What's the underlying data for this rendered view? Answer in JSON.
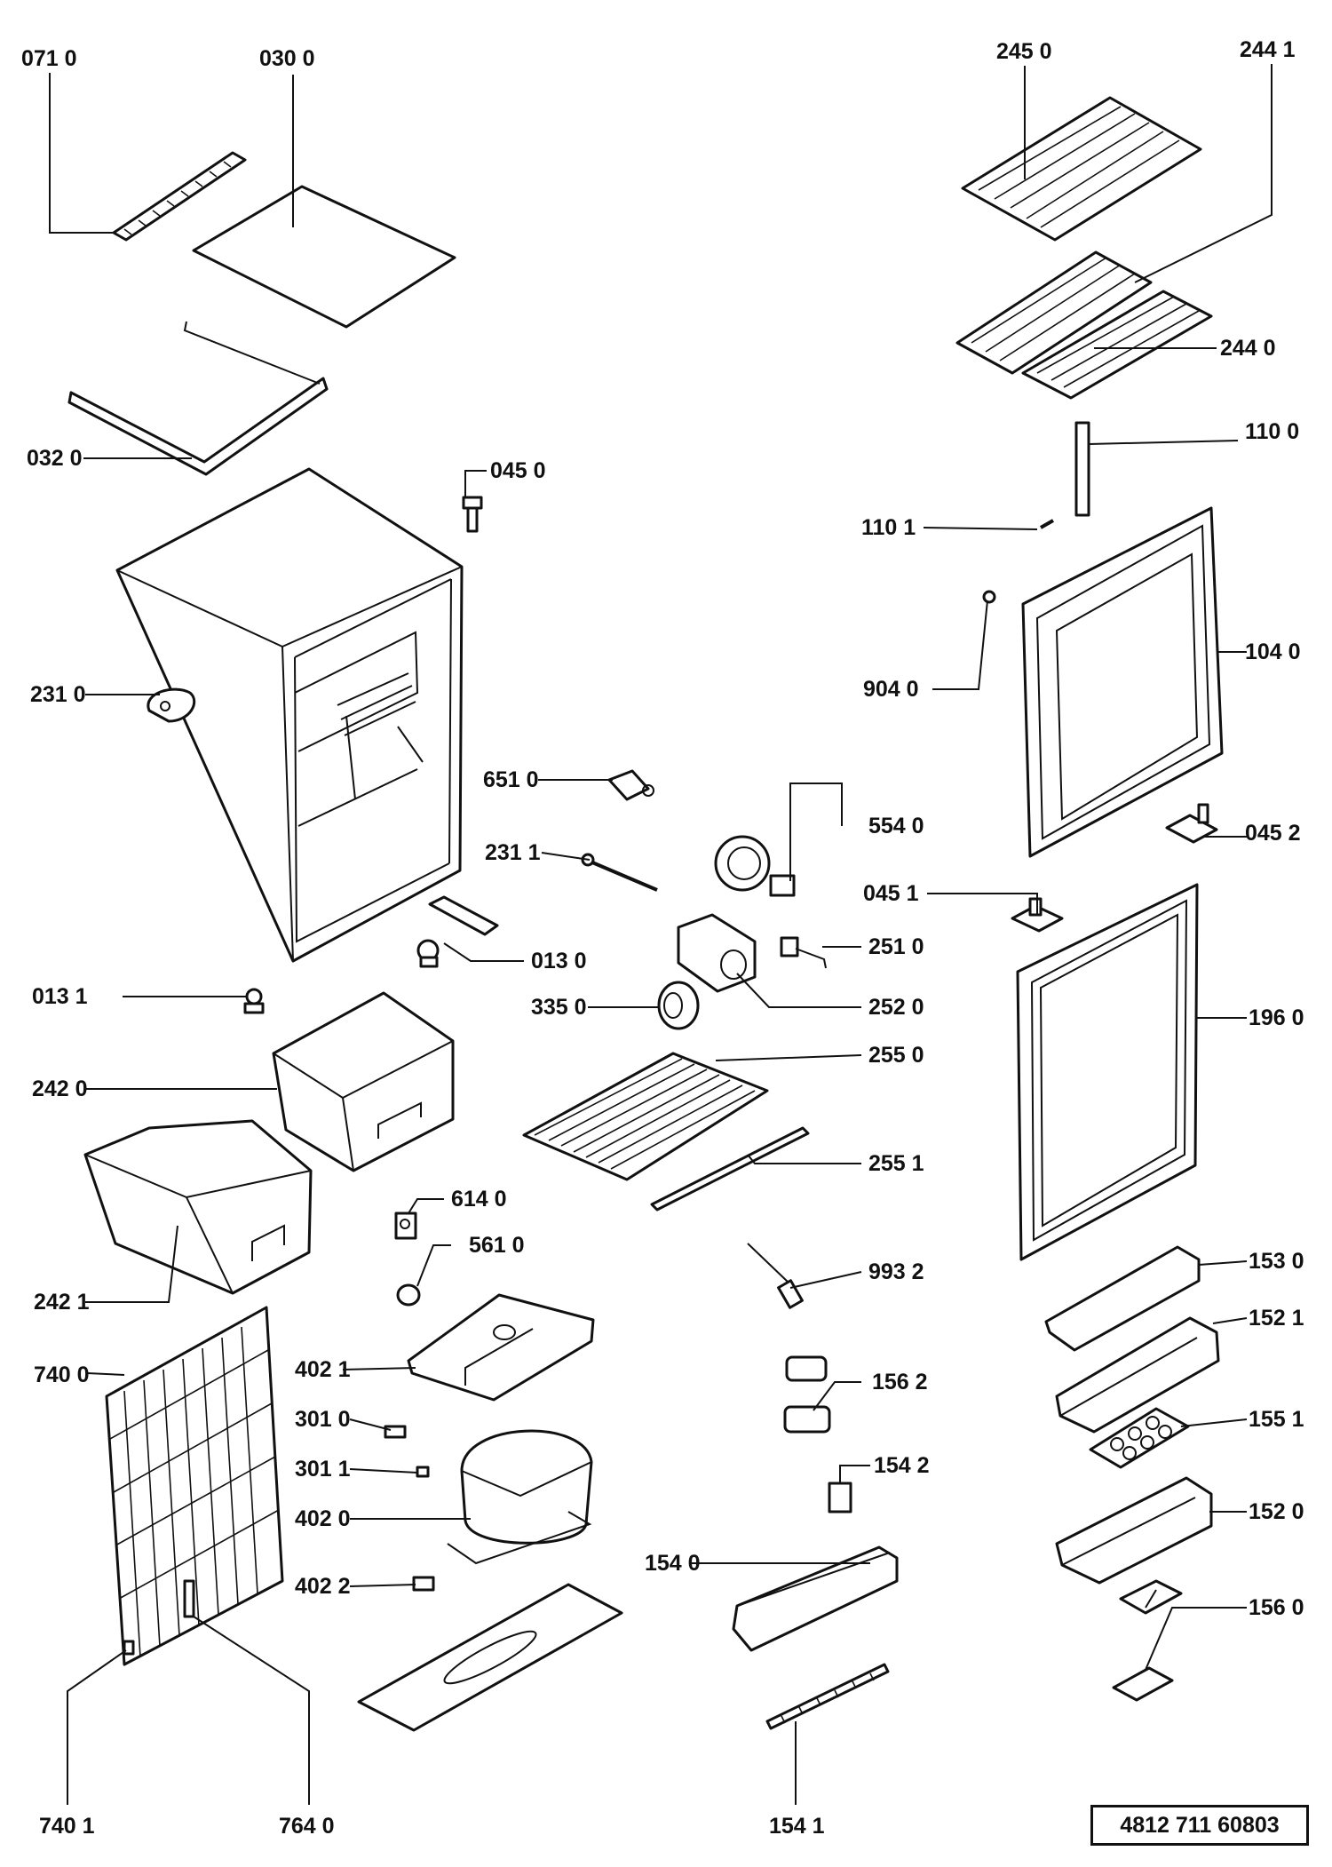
{
  "part_labels": {
    "p0710": "071 0",
    "p0300": "030 0",
    "p0320": "032 0",
    "p0450": "045 0",
    "p2310": "231 0",
    "p6510": "651 0",
    "p2311": "231 1",
    "p0131": "013 1",
    "p0130": "013 0",
    "p2420": "242 0",
    "p3350": "335 0",
    "p2421": "242 1",
    "p6140": "614 0",
    "p5610": "561 0",
    "p7400": "740 0",
    "p4021": "402 1",
    "p3010": "301 0",
    "p3011": "301 1",
    "p4020": "402 0",
    "p4022": "402 2",
    "p7401": "740 1",
    "p7640": "764 0",
    "p2450": "245 0",
    "p2441": "244 1",
    "p2440": "244 0",
    "p1100": "110 0",
    "p1101": "110 1",
    "p1040": "104 0",
    "p9040": "904 0",
    "p5540": "554 0",
    "p0451": "045 1",
    "p0452": "045 2",
    "p2510": "251 0",
    "p2520": "252 0",
    "p2550": "255 0",
    "p2551": "255 1",
    "p1960": "196 0",
    "p9932": "993 2",
    "p1530": "153 0",
    "p1521": "152 1",
    "p1562": "156 2",
    "p1551": "155 1",
    "p1542": "154 2",
    "p1520": "152 0",
    "p1540": "154 0",
    "p1560": "156 0",
    "p1541": "154 1"
  },
  "document_number": "4812  711  60803"
}
